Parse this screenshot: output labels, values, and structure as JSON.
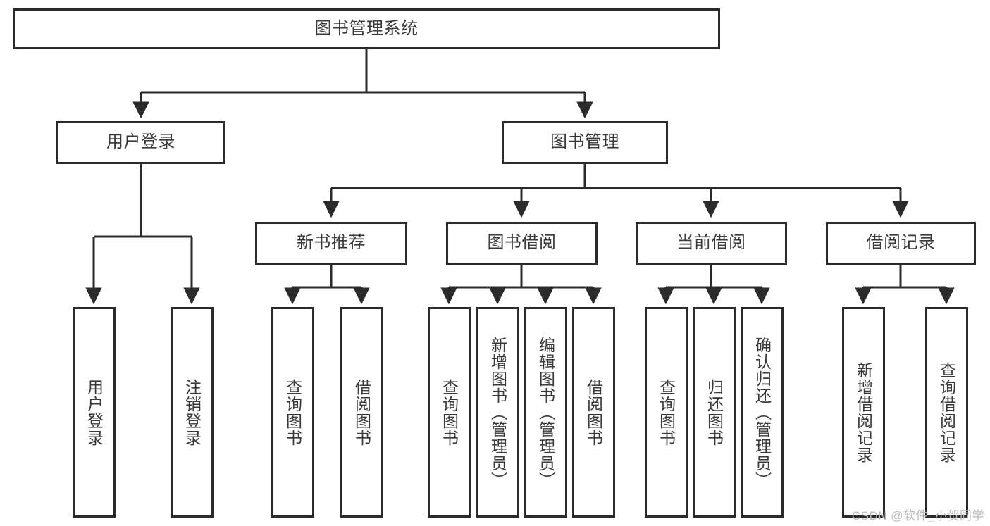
{
  "diagram": {
    "title": "图书管理系统",
    "type": "tree-hierarchy",
    "watermark": "CSDN @软件_小贺同学",
    "colors": {
      "stroke": "#2b2b2b",
      "text": "#3a3a3a",
      "background": "#ffffff",
      "watermark": "#b9b9b9"
    },
    "nodes": {
      "root": {
        "label": "图书管理系统"
      },
      "level1": [
        {
          "id": "user-login",
          "label": "用户登录"
        },
        {
          "id": "book-manage",
          "label": "图书管理"
        }
      ],
      "level2": [
        {
          "id": "new-book-recommend",
          "label": "新书推荐"
        },
        {
          "id": "book-borrow",
          "label": "图书借阅"
        },
        {
          "id": "current-borrow",
          "label": "当前借阅"
        },
        {
          "id": "borrow-record",
          "label": "借阅记录"
        }
      ],
      "leaves": {
        "user-login": [
          {
            "id": "leaf-user-login",
            "label": "用户登录"
          },
          {
            "id": "leaf-logout-login",
            "label": "注销登录"
          }
        ],
        "new-book-recommend": [
          {
            "id": "leaf-query-book-1",
            "label": "查询图书"
          },
          {
            "id": "leaf-borrow-book-1",
            "label": "借阅图书"
          }
        ],
        "book-borrow": [
          {
            "id": "leaf-query-book-2",
            "label": "查询图书"
          },
          {
            "id": "leaf-add-book",
            "label": "新增图书（管理员）"
          },
          {
            "id": "leaf-edit-book",
            "label": "编辑图书（管理员）"
          },
          {
            "id": "leaf-borrow-book-2",
            "label": "借阅图书"
          }
        ],
        "current-borrow": [
          {
            "id": "leaf-query-book-3",
            "label": "查询图书"
          },
          {
            "id": "leaf-return-book",
            "label": "归还图书"
          },
          {
            "id": "leaf-confirm-return",
            "label": "确认归还（管理员）"
          }
        ],
        "borrow-record": [
          {
            "id": "leaf-add-record",
            "label": "新增借阅记录"
          },
          {
            "id": "leaf-query-record",
            "label": "查询借阅记录"
          }
        ]
      }
    }
  }
}
